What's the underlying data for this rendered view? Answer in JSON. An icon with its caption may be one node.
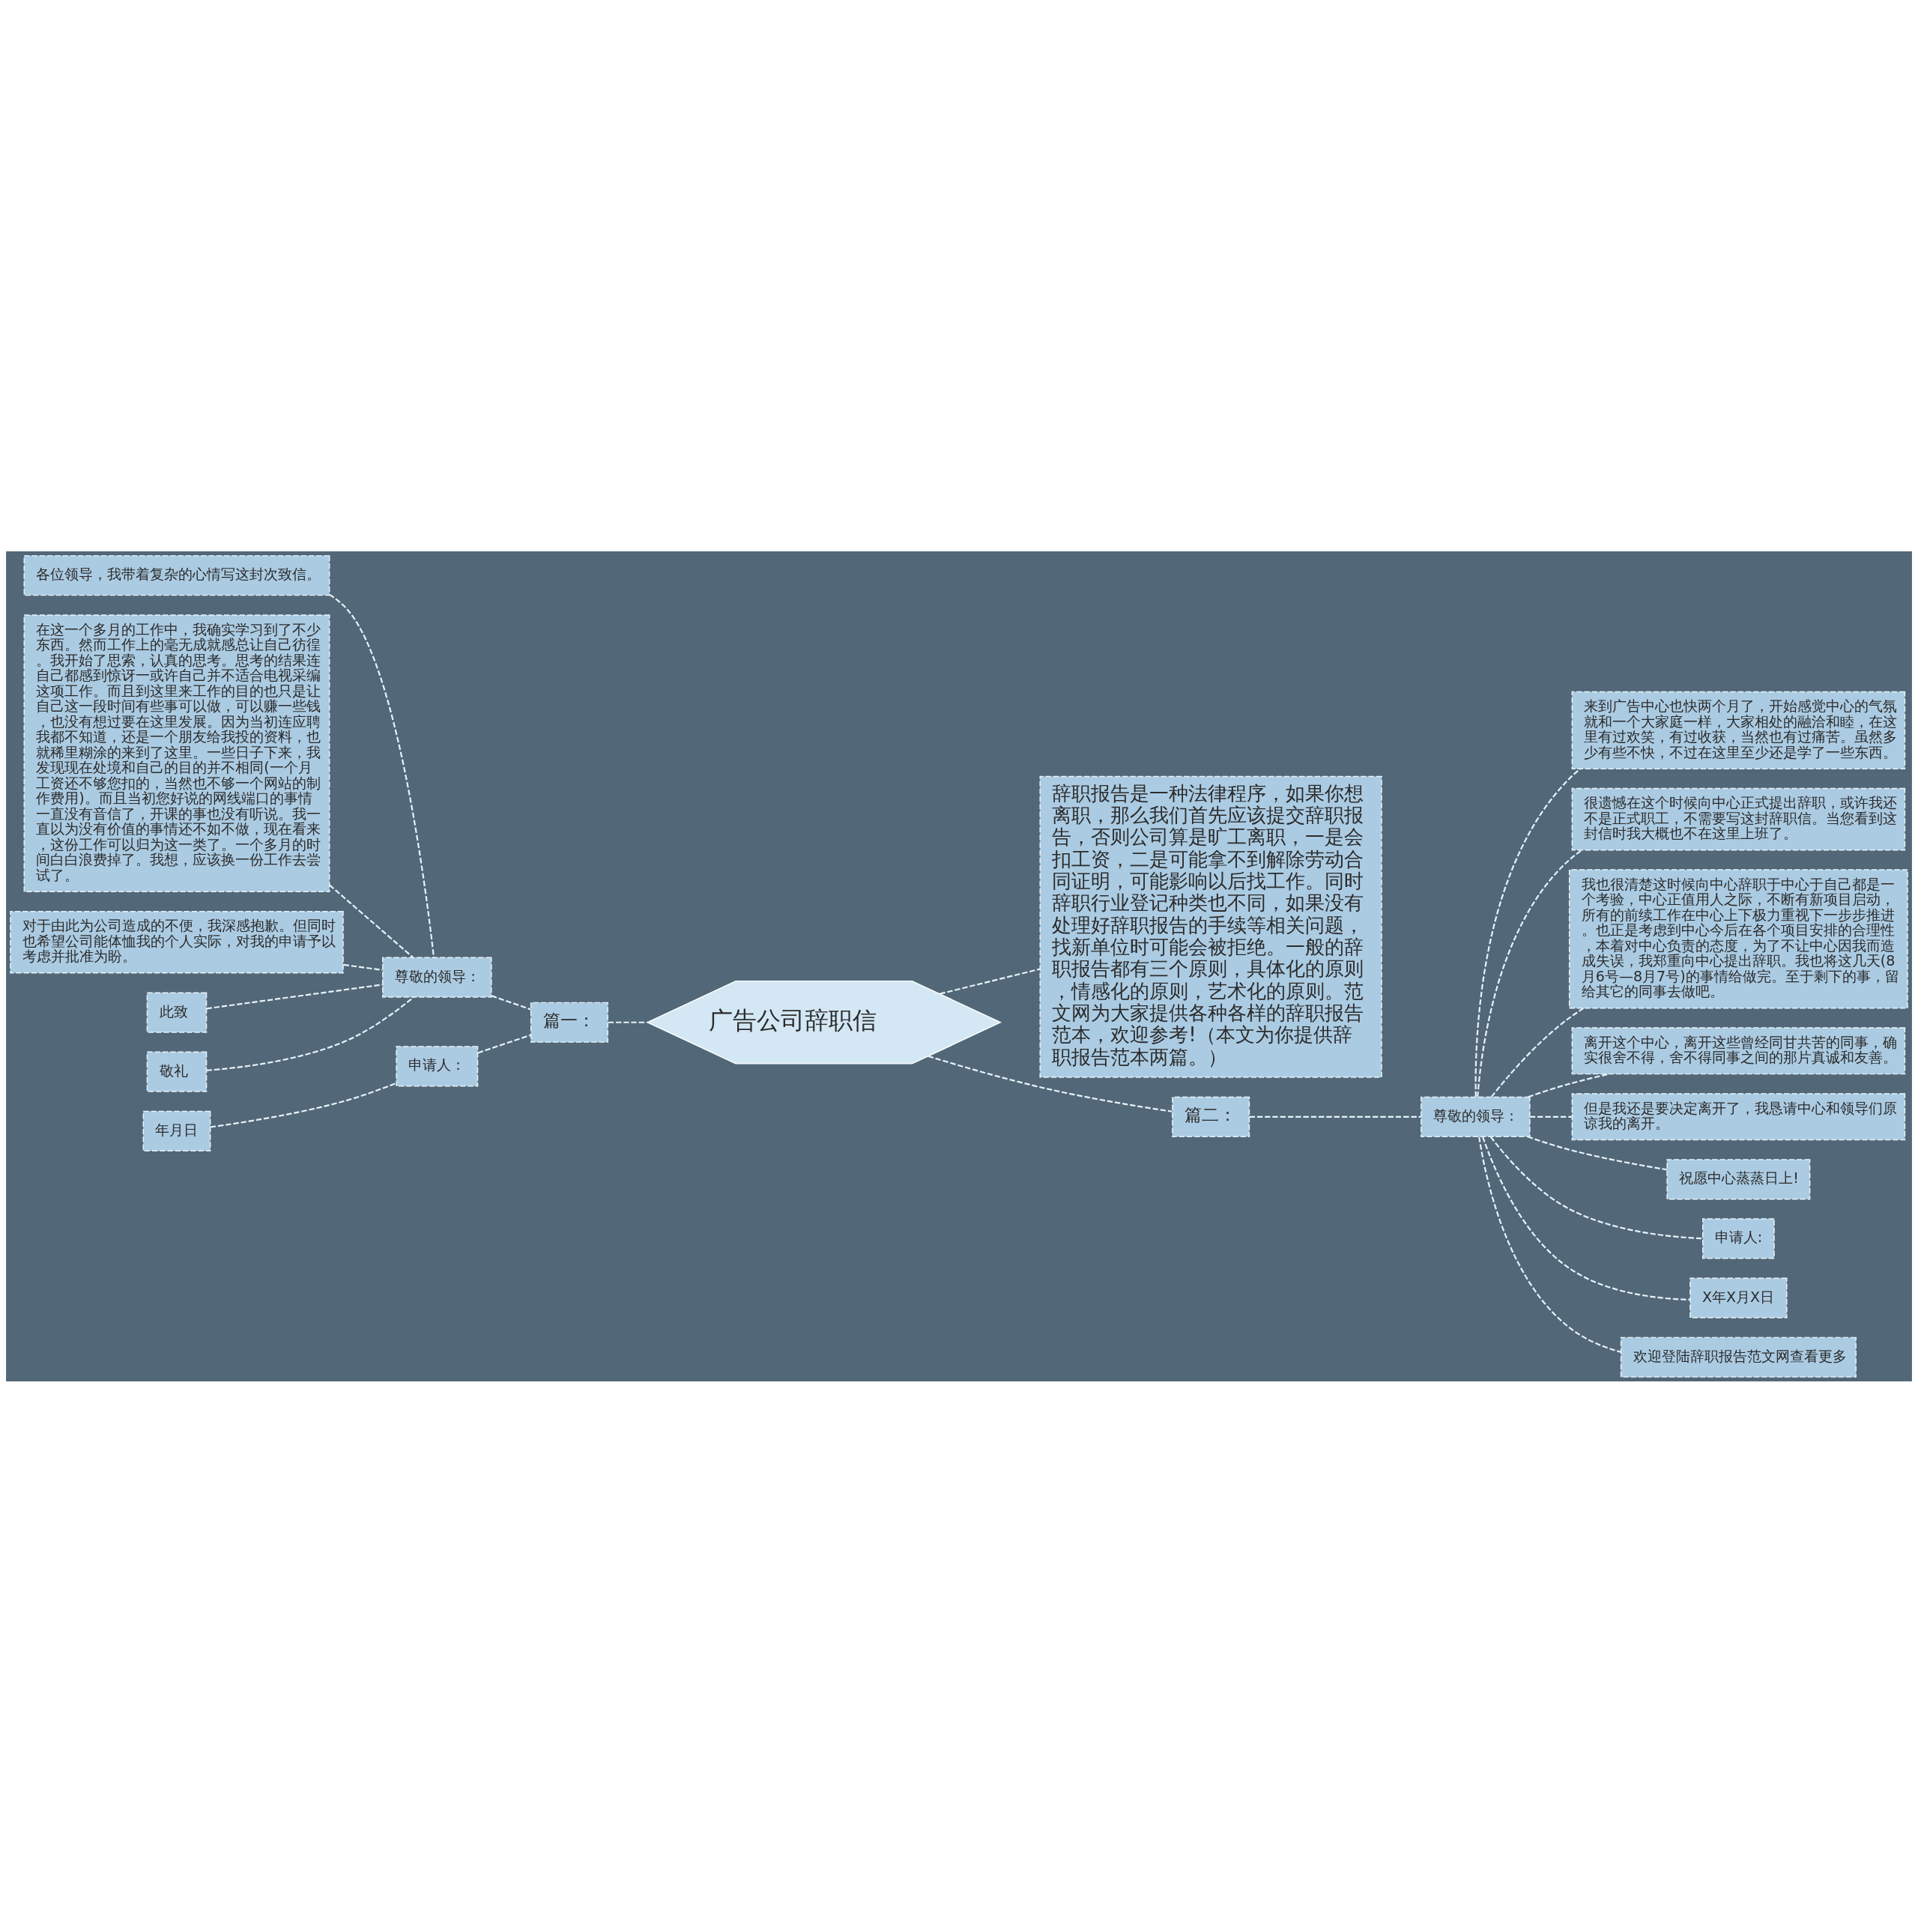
{
  "diagram": {
    "nodes": [
      {
        "text": [
          "广告公司辞职信"
        ]
      },
      {
        "text": [
          "篇一："
        ]
      },
      {
        "text": [
          "尊敬的领导："
        ]
      },
      {
        "text": [
          "各位领导，我带着复杂的心情写这封次致信。"
        ]
      },
      {
        "text": [
          "在这一个多月的工作中，我确实学习到了不少东西。然而工作上的毫无成就感总让自己彷徨。我开始了思索，认真的思考。思考的结果连自己都感到惊讶一或许自己并不适合电视采编这项工作。而且到这里来工作的目的也只是让自己这一段时间有些事可以做，可以赚一些钱，也没有想过要在这里发展。因为当初连应聘我都不知道，还是一个朋友给我投的资料，也就稀里糊涂的来到了这里。一些日子下来，我发现现在处境和自己的目的并不相同(一个月工资还不够您扣的，当然也不够一个网站的制作费用)。而且当初您好说的网线端口的事情一直没有音信了，开课的事也没有听说。我一直以为没有价值的事情还不如不做，现在看来，这份工作可以归为这一类了。一个多月的时间白白浪费掉了。我想，应该换一份工作去尝试了。"
        ]
      },
      {
        "text": [
          "对于由此为公司造成的不便，我深感抱歉。但同时也希望公司能体恤我的个人实际，对我的申请予以考虑并批准为盼。"
        ]
      },
      {
        "text": [
          "此致"
        ]
      },
      {
        "text": [
          "敬礼"
        ]
      },
      {
        "text": [
          "申请人："
        ]
      },
      {
        "text": [
          "年月日"
        ]
      },
      {
        "text": [
          "辞职报告是一种法律程序，如果你想离职，那么我们首先应该提交辞职报告，否则公司算是旷工离职，一是会扣工资，二是可能拿不到解除劳动合同证明，可能影响以后找工作。同时辞职行业登记种类也不同，如果没有处理好辞职报告的手续等相关问题，找新单位时可能会被拒绝。一般的辞职报告都有三个原则，具体化的原则，情感化的原则，艺术化的原则。范文网为大家提供各种各样的辞职报告范本，欢迎参考!（本文为你提供辞职报告范本两篇。）"
        ]
      },
      {
        "text": [
          "篇二："
        ]
      },
      {
        "text": [
          "尊敬的领导："
        ]
      },
      {
        "text": [
          "来到广告中心也快两个月了，开始感觉中心的气氛就和一个大家庭一样，大家相处的融洽和睦，在这里有过欢笑，有过收获，当然也有过痛苦。虽然多少有些不快，不过在这里至少还是学了一些东西。"
        ]
      },
      {
        "text": [
          "很遗憾在这个时候向中心正式提出辞职，或许我还不是正式职工，不需要写这封辞职信。当您看到这封信时我大概也不在这里上班了。"
        ]
      },
      {
        "text": [
          "我也很清楚这时候向中心辞职于中心于自己都是一个考验，中心正值用人之际，不断有新项目启动，所有的前续工作在中心上下极力重视下一步步推进。也正是考虑到中心今后在各个项目安排的合理性，本着对中心负责的态度，为了不让中心因我而造成失误，我郑重向中心提出辞职。我也将这几天(8月6号—8月7号)的事情给做完。至于剩下的事，留给其它的同事去做吧。"
        ]
      },
      {
        "text": [
          "离开这个中心，离开这些曾经同甘共苦的同事，确实很舍不得，舍不得同事之间的那片真诚和友善。"
        ]
      },
      {
        "text": [
          "但是我还是要决定离开了，我恳请中心和领导们原谅我的离开。"
        ]
      },
      {
        "text": [
          "祝愿中心蒸蒸日上!"
        ]
      },
      {
        "text": [
          "申请人:"
        ]
      },
      {
        "text": [
          "X年X月X日"
        ]
      },
      {
        "text": [
          "欢迎登陆辞职报告范文网查看更多"
        ]
      }
    ],
    "edges": [
      {
        "from": 0,
        "to": 1,
        "arrow": "none",
        "style": "dashed"
      },
      {
        "from": 1,
        "to": 2,
        "arrow": "none",
        "style": "dashed"
      },
      {
        "from": 2,
        "to": 3,
        "arrow": "none",
        "style": "dashed"
      },
      {
        "from": 2,
        "to": 4,
        "arrow": "none",
        "style": "dashed"
      },
      {
        "from": 2,
        "to": 5,
        "arrow": "none",
        "style": "dashed"
      },
      {
        "from": 2,
        "to": 6,
        "arrow": "none",
        "style": "dashed"
      },
      {
        "from": 2,
        "to": 7,
        "arrow": "none",
        "style": "dashed"
      },
      {
        "from": 1,
        "to": 8,
        "arrow": "none",
        "style": "dashed"
      },
      {
        "from": 8,
        "to": 9,
        "arrow": "none",
        "style": "dashed"
      },
      {
        "from": 0,
        "to": 10,
        "arrow": "none",
        "style": "dashed"
      },
      {
        "from": 0,
        "to": 11,
        "arrow": "none",
        "style": "dashed"
      },
      {
        "from": 11,
        "to": 12,
        "arrow": "none",
        "style": "dashed"
      },
      {
        "from": 12,
        "to": 13,
        "arrow": "none",
        "style": "dashed"
      },
      {
        "from": 12,
        "to": 14,
        "arrow": "none",
        "style": "dashed"
      },
      {
        "from": 12,
        "to": 15,
        "arrow": "none",
        "style": "dashed"
      },
      {
        "from": 12,
        "to": 16,
        "arrow": "none",
        "style": "dashed"
      },
      {
        "from": 12,
        "to": 17,
        "arrow": "none",
        "style": "dashed"
      },
      {
        "from": 12,
        "to": 18,
        "arrow": "none",
        "style": "dashed"
      },
      {
        "from": 12,
        "to": 19,
        "arrow": "none",
        "style": "dashed"
      },
      {
        "from": 12,
        "to": 20,
        "arrow": "none",
        "style": "dashed"
      },
      {
        "from": 12,
        "to": 21,
        "arrow": "none",
        "style": "dashed"
      }
    ]
  }
}
